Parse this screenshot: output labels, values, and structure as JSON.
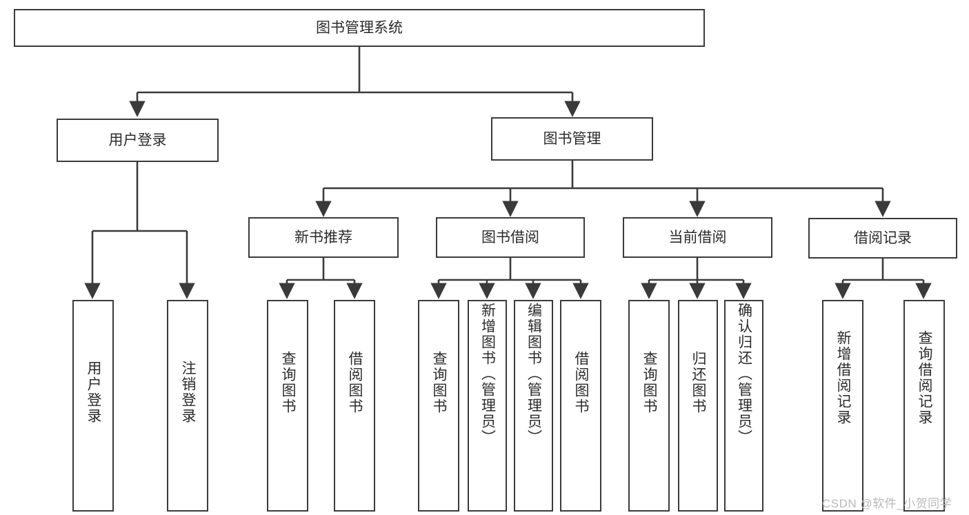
{
  "diagram": {
    "title": "图书管理系统",
    "type": "hierarchy-tree",
    "root": {
      "id": "root",
      "label": "图书管理系统"
    },
    "level2": [
      {
        "id": "user-login",
        "label": "用户登录"
      },
      {
        "id": "book-manage",
        "label": "图书管理"
      }
    ],
    "level3": [
      {
        "id": "new-book-rec",
        "label": "新书推荐",
        "parent": "book-manage"
      },
      {
        "id": "book-borrow",
        "label": "图书借阅",
        "parent": "book-manage"
      },
      {
        "id": "current-borrow",
        "label": "当前借阅",
        "parent": "book-manage"
      },
      {
        "id": "borrow-record",
        "label": "借阅记录",
        "parent": "book-manage"
      }
    ],
    "leaves": [
      {
        "id": "leaf-user-login",
        "label": "用户登录",
        "parent": "user-login"
      },
      {
        "id": "leaf-user-logout",
        "label": "注销登录",
        "parent": "user-login"
      },
      {
        "id": "leaf-query-book-1",
        "label": "查询图书",
        "parent": "new-book-rec"
      },
      {
        "id": "leaf-borrow-book-1",
        "label": "借阅图书",
        "parent": "new-book-rec"
      },
      {
        "id": "leaf-query-book-2",
        "label": "查询图书",
        "parent": "book-borrow"
      },
      {
        "id": "leaf-add-book",
        "label": "新增图书（管理员）",
        "parent": "book-borrow"
      },
      {
        "id": "leaf-edit-book",
        "label": "编辑图书（管理员）",
        "parent": "book-borrow"
      },
      {
        "id": "leaf-borrow-book-2",
        "label": "借阅图书",
        "parent": "book-borrow"
      },
      {
        "id": "leaf-query-book-3",
        "label": "查询图书",
        "parent": "current-borrow"
      },
      {
        "id": "leaf-return-book",
        "label": "归还图书",
        "parent": "current-borrow"
      },
      {
        "id": "leaf-confirm-return",
        "label": "确认归还（管理员）",
        "parent": "current-borrow"
      },
      {
        "id": "leaf-add-record",
        "label": "新增借阅记录",
        "parent": "borrow-record"
      },
      {
        "id": "leaf-query-record",
        "label": "查询借阅记录",
        "parent": "borrow-record"
      }
    ],
    "watermark": "CSDN @软件_小贺同学",
    "colors": {
      "stroke": "#3a3a3a",
      "fill": "#ffffff",
      "text": "#2b2b2b",
      "watermark": "#b9b9b9"
    }
  }
}
